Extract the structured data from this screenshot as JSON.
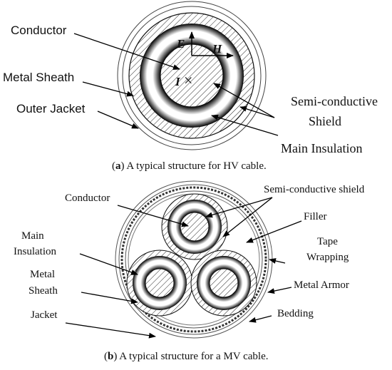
{
  "top": {
    "labels": {
      "conductor": "Conductor",
      "metal_sheath": "Metal Sheath",
      "outer_jacket": "Outer Jacket",
      "semi_conductive": "Semi-conductive",
      "shield": "Shield",
      "main_insulation": "Main Insulation"
    },
    "symbols": {
      "e": "E",
      "h": "H",
      "i": "I",
      "cross": "×"
    },
    "caption": {
      "tag": "a",
      "text": " A typical structure for HV cable."
    }
  },
  "bottom": {
    "labels": {
      "conductor": "Conductor",
      "semi_conductive_shield": "Semi-conductive shield",
      "filler": "Filler",
      "main_line1": "Main",
      "main_line2": "Insulation",
      "tape_line1": "Tape",
      "tape_line2": "Wrapping",
      "metal_line1": "Metal",
      "metal_line2": "Sheath",
      "metal_armor": "Metal Armor",
      "jacket": "Jacket",
      "bedding": "Bedding"
    },
    "caption": {
      "tag": "b",
      "text": " A typical structure for a MV cable."
    }
  }
}
